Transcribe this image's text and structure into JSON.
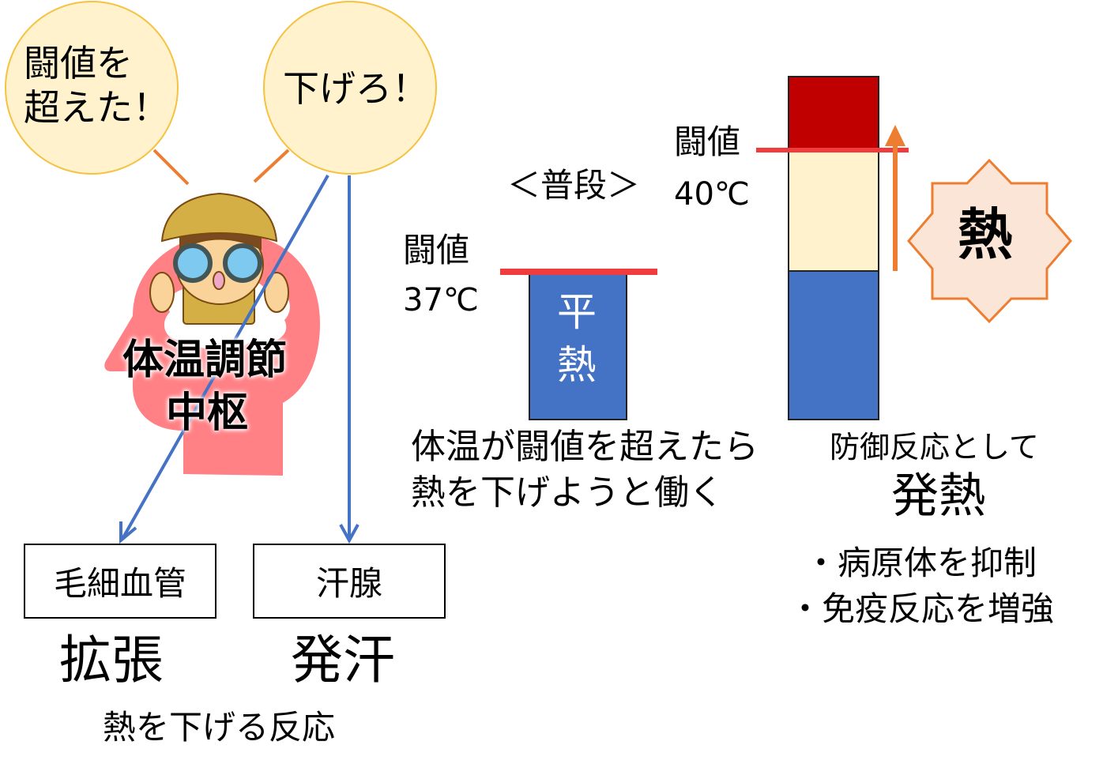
{
  "bubbles": {
    "left": [
      "闘値を",
      "超えた！"
    ],
    "right": "下げろ！"
  },
  "center_label": [
    "体温調節",
    "中枢"
  ],
  "boxes": {
    "capillary": "毛細血管",
    "sweat_gland": "汗腺"
  },
  "responses": {
    "capillary": "拡張",
    "sweat_gland": "発汗",
    "caption": "熱を下げる反応"
  },
  "normal": {
    "heading": "＜普段＞",
    "threshold_label": "闘値",
    "threshold_value": "37℃",
    "bar_label": [
      "平",
      "熱"
    ]
  },
  "fever": {
    "threshold_label": "闘値",
    "threshold_value": "40℃",
    "burst_label": "熱"
  },
  "explanation": [
    "体温が闘値を超えたら",
    "熱を下げようと働く"
  ],
  "defense": {
    "intro": "防御反応として",
    "title": "発熱",
    "bullets": [
      "・病原体を抑制",
      "・免疫反応を増強"
    ]
  },
  "colors": {
    "bubble_fill": "#FFF2CC",
    "bubble_stroke": "#F5C242",
    "head": "#FF8085",
    "blue": "#4472C4",
    "threshold_line": "#F03C3C",
    "dark_red": "#C00000",
    "orange": "#ED7D31",
    "burst_fill": "#FBE5D6"
  }
}
